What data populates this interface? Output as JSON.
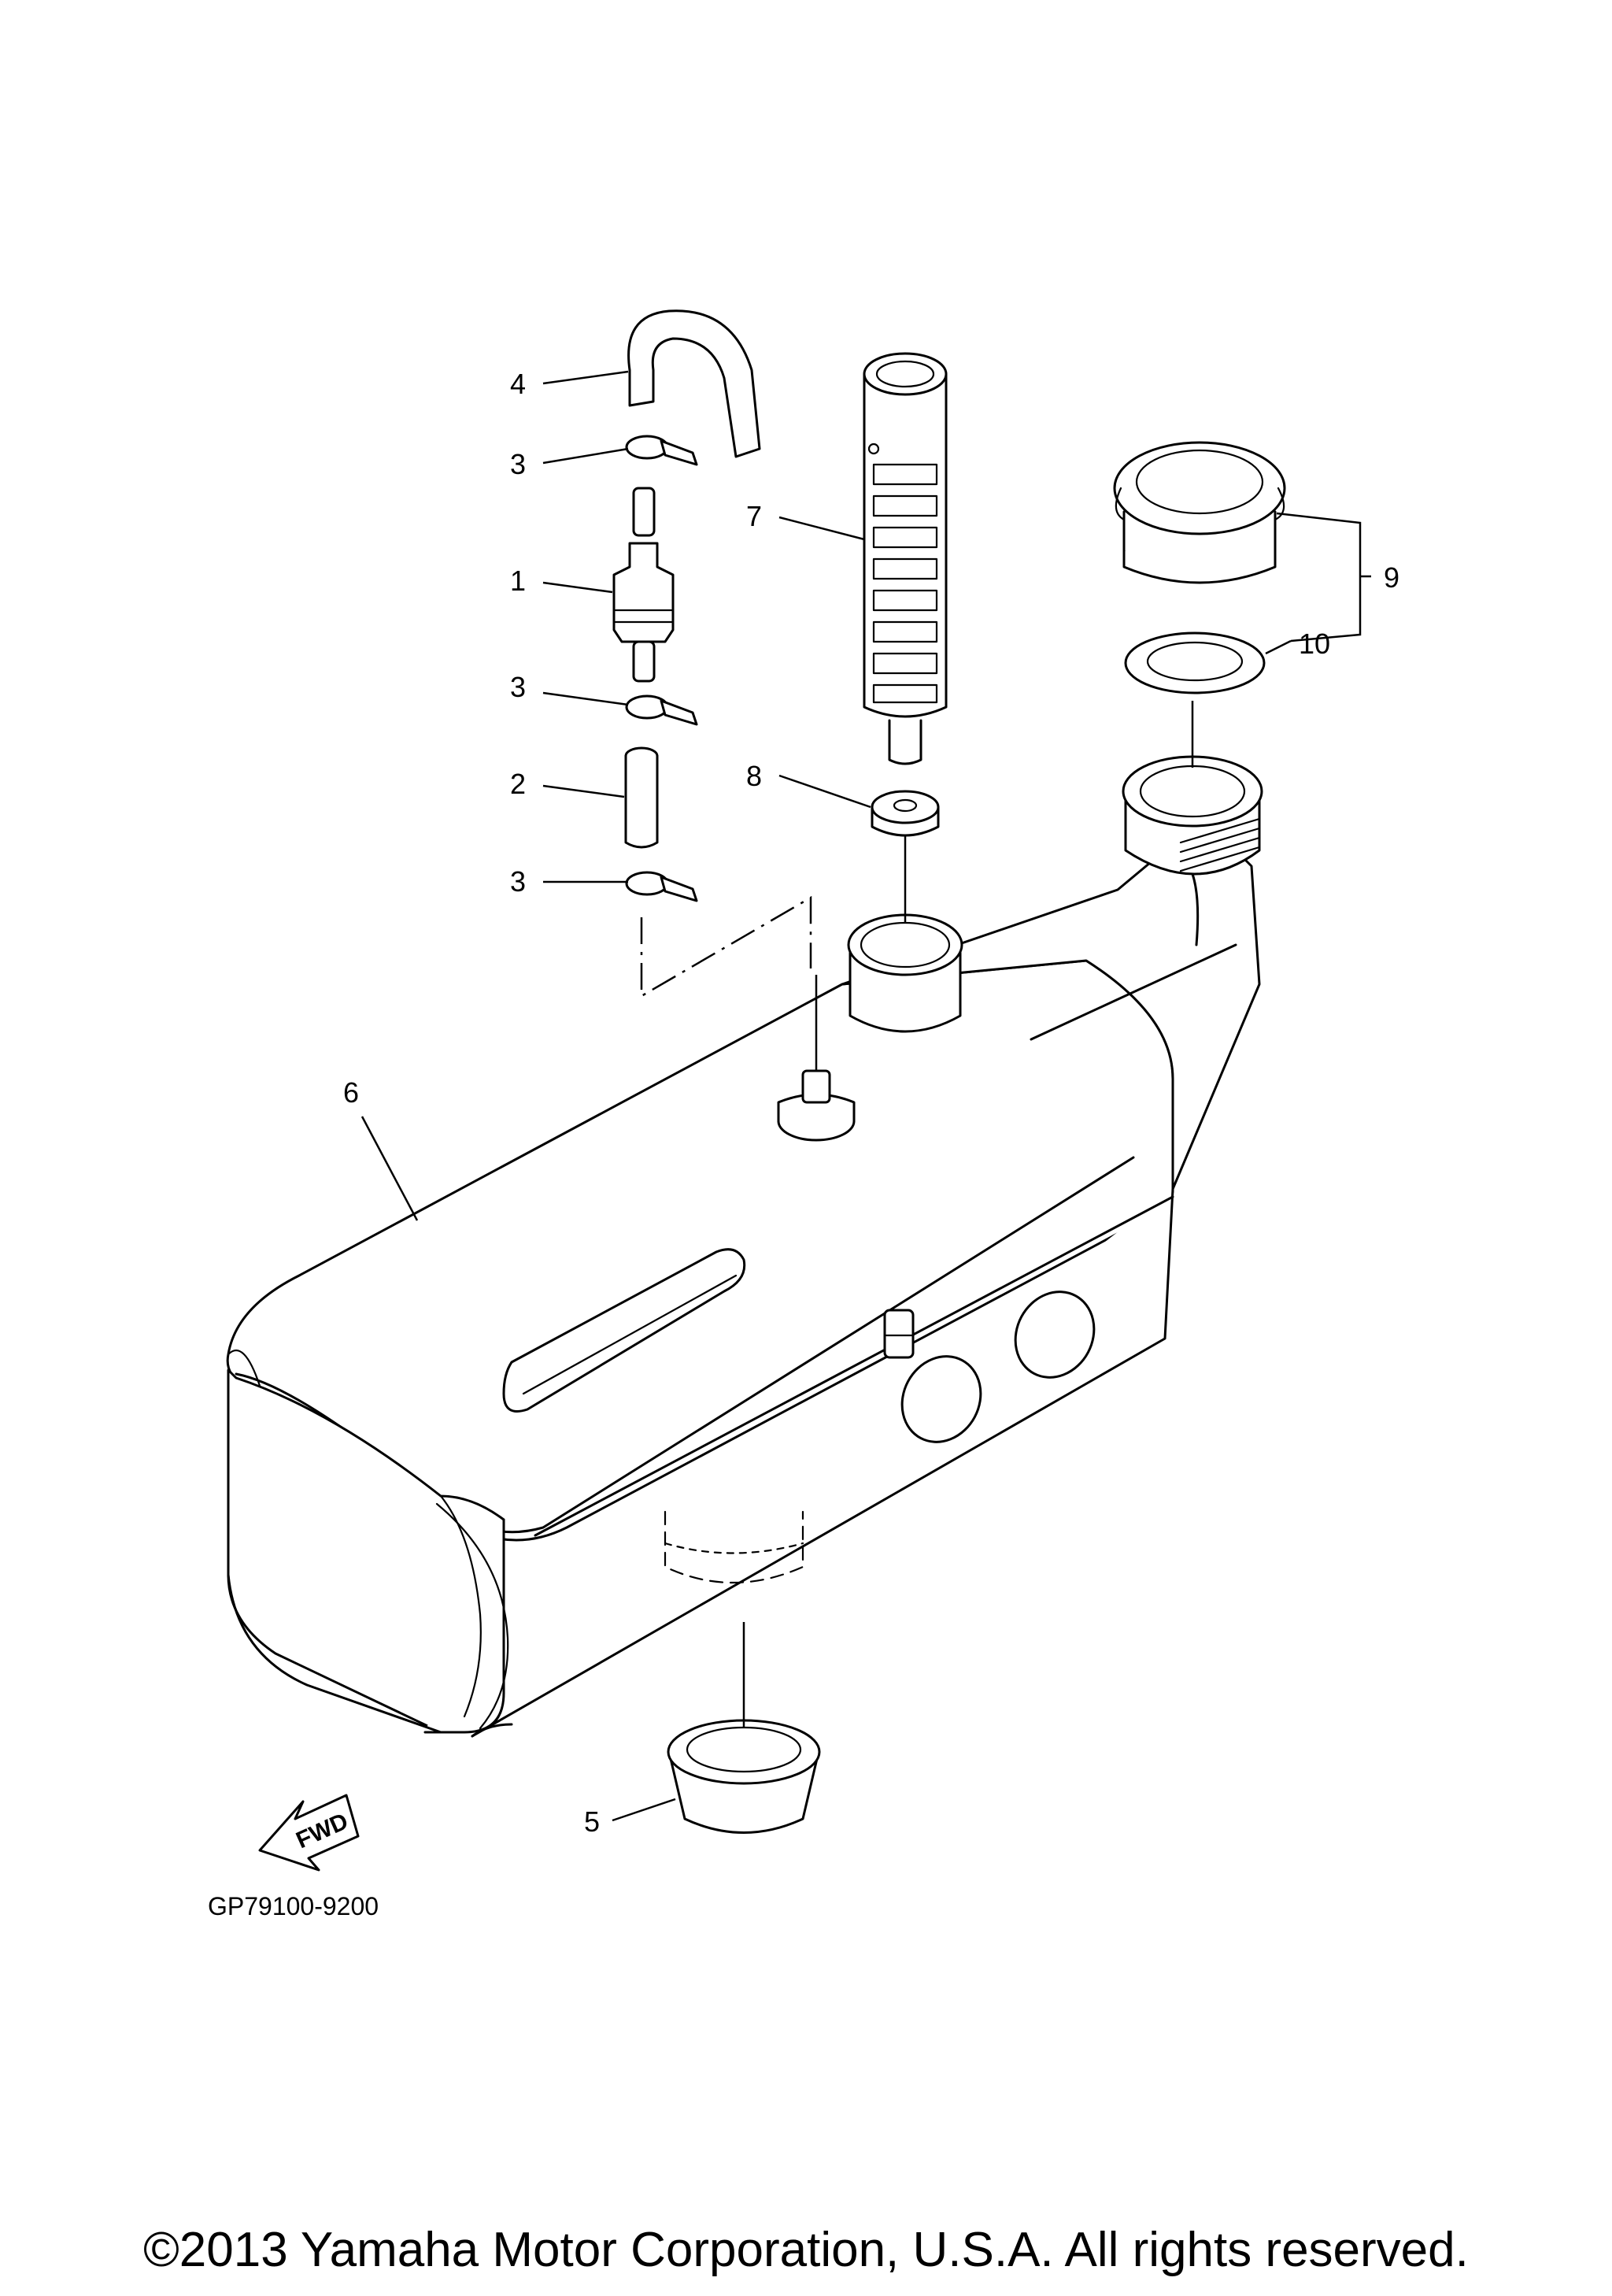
{
  "diagram": {
    "parts": [
      {
        "id": "1",
        "label": "1"
      },
      {
        "id": "2",
        "label": "2"
      },
      {
        "id": "3a",
        "label": "3"
      },
      {
        "id": "3b",
        "label": "3"
      },
      {
        "id": "3c",
        "label": "3"
      },
      {
        "id": "4",
        "label": "4"
      },
      {
        "id": "5",
        "label": "5"
      },
      {
        "id": "6",
        "label": "6"
      },
      {
        "id": "7",
        "label": "7"
      },
      {
        "id": "8",
        "label": "8"
      },
      {
        "id": "9",
        "label": "9"
      },
      {
        "id": "10",
        "label": "10"
      }
    ],
    "fwd_label": "FWD",
    "drawing_code": "GP79100-9200",
    "copyright": "©2013 Yamaha Motor Corporation, U.S.A. All rights reserved."
  }
}
